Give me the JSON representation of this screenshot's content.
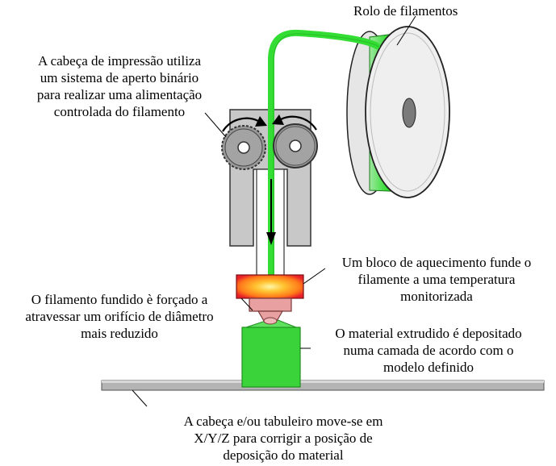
{
  "labels": {
    "spool": "Rolo de filamentos",
    "drive": [
      "A cabeça de impressão utiliza",
      "um sistema de aperto binário",
      "para realizar uma alimentação",
      "controlada do filamento"
    ],
    "heater": [
      "Um bloco de aquecimento funde o",
      "filamente a uma temperatura",
      "monitorizada"
    ],
    "nozzle": [
      "O filamento fundido è forçado a",
      "atravessar um orifício de diâmetro",
      "mais reduzido"
    ],
    "extruded": [
      "O material extrudido é depositado",
      "numa camada de acordo com o",
      "modelo definido"
    ],
    "bed": [
      "A cabeça e/ou tabuleiro move-se em",
      "X/Y/Z para corrigir a posição de",
      "deposição do material"
    ]
  },
  "colors": {
    "filament": "#33dd33",
    "filament_dark": "#1fa81f",
    "frame": "#c8c8c8",
    "gear": "#999999",
    "spool": "#ececec",
    "heater_hot": "#ffd24a",
    "heater_edge": "#e8202a",
    "nozzle": "#e8a0a0",
    "part": "#3ad43a",
    "bed": "#b4b4b4"
  },
  "icons": [
    "spool-icon",
    "drive-gear-icon",
    "idler-wheel-icon",
    "heater-block-icon",
    "nozzle-icon",
    "build-plate-icon"
  ]
}
